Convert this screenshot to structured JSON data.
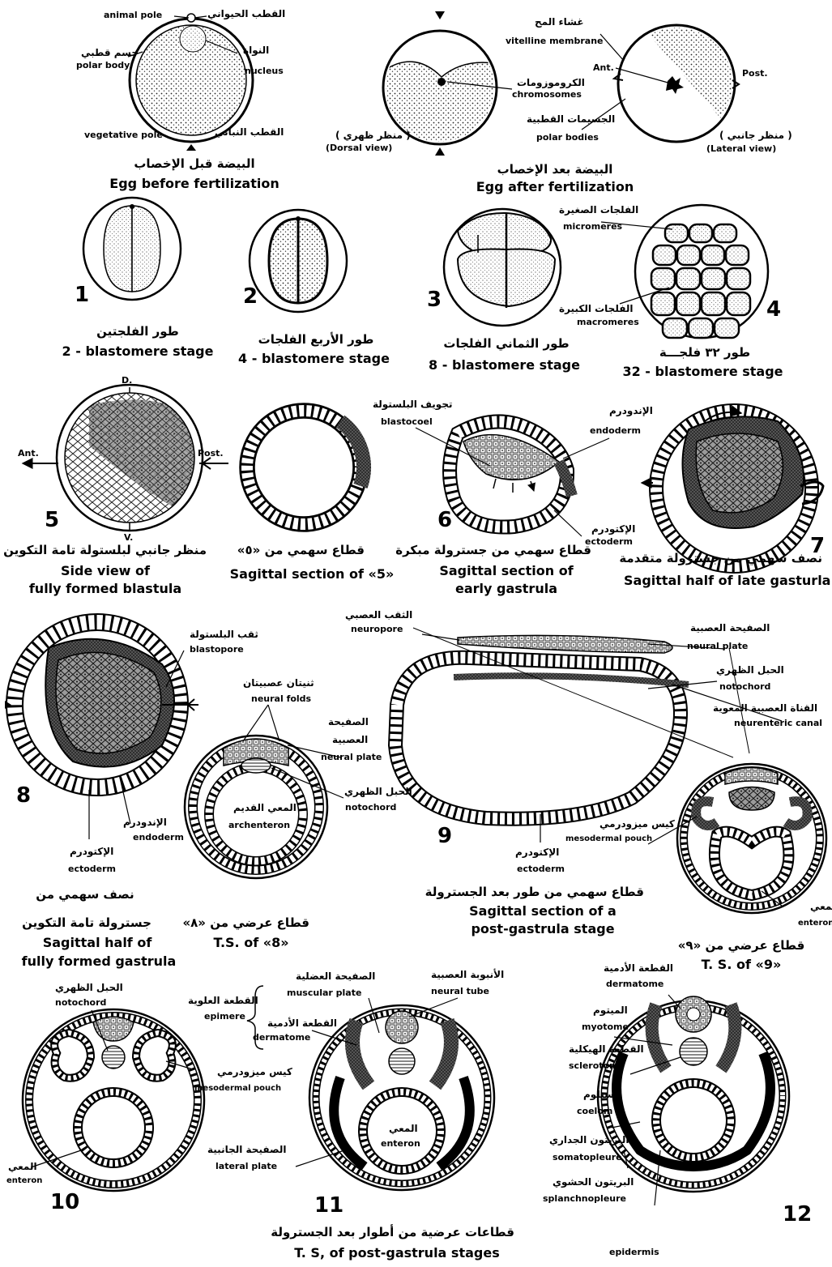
{
  "panels": {
    "egg_before": {
      "labels": {
        "animal_pole_en": "animal pole",
        "animal_pole_ar": "القطب الحيواني",
        "polar_body_ar": "جسم قطبي",
        "polar_body_en": "polar body",
        "nucleus_ar": "النواة",
        "nucleus_en": "nucleus",
        "vegetative_pole_en": "vegetative pole",
        "vegetative_pole_ar": "القطب النباتي"
      },
      "caption_ar": "البيضة قبل الإخصاب",
      "caption_en": "Egg before fertilization"
    },
    "egg_after": {
      "labels": {
        "vitelline_ar": "غشاء المح",
        "vitelline_en": "vitelline membrane",
        "chromosomes_ar": "الكروموزومات",
        "chromosomes_en": "chromosomes",
        "polar_bodies_ar": "الجسيمات القطبية",
        "polar_bodies_en": "polar bodies",
        "ant": "Ant.",
        "post": "Post.",
        "dorsal_ar": "( منظر ظهري )",
        "dorsal_en": "(Dorsal view)",
        "lateral_ar": "( منظر جانبي )",
        "lateral_en": "(Lateral view)"
      },
      "caption_ar": "البيضة بعد الإخصاب",
      "caption_en": "Egg after fertilization"
    },
    "stage1": {
      "num": "1",
      "caption_ar": "طور الفلجتين",
      "caption_en": "2 - blastomere stage"
    },
    "stage2": {
      "num": "2",
      "caption_ar": "طور الأربع الفلجات",
      "caption_en": "4 - blastomere stage"
    },
    "stage3": {
      "num": "3",
      "caption_ar": "طور الثماني الفلجات",
      "caption_en": "8 - blastomere stage"
    },
    "stage4": {
      "num": "4",
      "caption_ar": "طور ٣٢ فلجـــة",
      "caption_en": "32 - blastomere stage",
      "labels": {
        "micromeres_ar": "الفلجات الصغيرة",
        "micromeres_en": "micromeres",
        "macromeres_ar": "الفلجات الكبيرة",
        "macromeres_en": "macromeres"
      }
    },
    "stage5": {
      "num": "5",
      "d": "D.",
      "v": "V.",
      "ant": "Ant.",
      "post": "Post.",
      "caption_ar": "منظر جانبي لبلستولة تامة التكوين",
      "caption_en1": "Side view of",
      "caption_en2": "fully formed blastula"
    },
    "section5": {
      "caption_ar": "قطاع سهمي من «٥»",
      "caption_en": "Sagittal section of «5»"
    },
    "stage6": {
      "num": "6",
      "labels": {
        "blastocoel_ar": "تجويف البلستولة",
        "blastocoel_en": "blastocoel",
        "endoderm_ar": "الإندودرم",
        "endoderm_en": "endoderm",
        "ectoderm_ar": "الإكتودرم",
        "ectoderm_en": "ectoderm"
      },
      "caption_ar": "قطاع سهمي من جسترولة مبكرة",
      "caption_en1": "Sagittal section of",
      "caption_en2": "early gastrula"
    },
    "stage7": {
      "num": "7",
      "caption_ar": "نصف سهمي من جسترولة متقدمة",
      "caption_en": "Sagittal half of late gasturla"
    },
    "stage8": {
      "num": "8",
      "labels": {
        "blastopore_ar": "ثقب البلستولة",
        "blastopore_en": "blastopore",
        "endoderm_ar": "الإندودرم",
        "endoderm_en": "endoderm",
        "ectoderm_ar": "الإكتودرم",
        "ectoderm_en": "ectoderm"
      },
      "caption_ar1": "نصف سهمي من",
      "caption_ar2": "جسترولة تامة التكوين",
      "caption_en1": "Sagittal half of",
      "caption_en2": "fully formed gastrula"
    },
    "ts8": {
      "labels": {
        "neural_folds_ar": "ثنيتان عصبيتان",
        "neural_folds_en": "neural folds",
        "neural_plate_ar1": "الصفيحة",
        "neural_plate_ar2": "العصبية",
        "neural_plate_en": "neural plate",
        "notochord_ar": "الحبل الظهري",
        "notochord_en": "notochord",
        "archenteron_ar": "المعي القديم",
        "archenteron_en": "archenteron"
      },
      "caption_ar": "قطاع عرضي من «٨»",
      "caption_en": "T.S. of «8»"
    },
    "stage9": {
      "num": "9",
      "labels": {
        "neuropore_ar": "الثقب العصبي",
        "neuropore_en": "neuropore",
        "neural_plate_ar": "الصفيحة العصبية",
        "neural_plate_en": "neural plate",
        "notochord_ar": "الحبل الظهري",
        "notochord_en": "notochord",
        "neurenteric_ar": "القناة العصبية المعوية",
        "neurenteric_en": "neurenteric canal",
        "mesodermal_ar": "كيس ميزودرمي",
        "mesodermal_en": "mesodermal pouch",
        "ectoderm_ar": "الإكتودرم",
        "ectoderm_en": "ectoderm",
        "enteron_ar": "المعي",
        "enteron_en": "enteron"
      },
      "caption_ar": "قطاع سهمي من طور بعد الجسترولة",
      "caption_en1": "Sagittal section of a",
      "caption_en2": "post-gastrula stage"
    },
    "ts9": {
      "caption_ar": "قطاع عرضي من «٩»",
      "caption_en": "T. S. of «9»"
    },
    "stage10": {
      "num": "10",
      "labels": {
        "notochord_ar": "الحبل الظهري",
        "notochord_en": "notochord",
        "mesodermal_ar": "كيس ميزودرمي",
        "mesodermal_en": "mesodermal pouch",
        "enteron_ar": "المعي",
        "enteron_en": "enteron"
      }
    },
    "stage11": {
      "num": "11",
      "labels": {
        "epimere_ar": "القطعة العلوية",
        "epimere_en": "epimere",
        "muscular_ar": "الصفيحة العضلية",
        "muscular_en": "muscular plate",
        "dermatome_ar": "القطعة الأدمية",
        "dermatome_en": "dermatome",
        "neural_tube_ar": "الأنبوبة العصبية",
        "neural_tube_en": "neural tube",
        "enteron_ar": "المعي",
        "enteron_en": "enteron",
        "lateral_ar": "الصفيحة الجانبية",
        "lateral_en": "lateral plate"
      }
    },
    "stage12": {
      "num": "12",
      "labels": {
        "dermatome_ar": "القطعة الأدمية",
        "dermatome_en": "dermatome",
        "myotome_ar": "الميتوم",
        "myotome_en": "myotome",
        "sclerotome_ar": "القطعة الهيكلية",
        "sclerotome_en": "sclerotome",
        "coelom_ar": "السيلوم",
        "coelom_en": "coelom",
        "somatopleure_ar": "البريتون الجداري",
        "somatopleure_en": "somatopleure",
        "splanchnopleure_ar": "البريتون الحشوي",
        "splanchnopleure_en": "splanchnopleure",
        "epidermis_en": "epidermis"
      }
    },
    "bottom": {
      "caption_ar": "قطاعات عرضية من أطوار بعد الجسترولة",
      "caption_en": "T. S, of post-gastrula stages"
    }
  }
}
